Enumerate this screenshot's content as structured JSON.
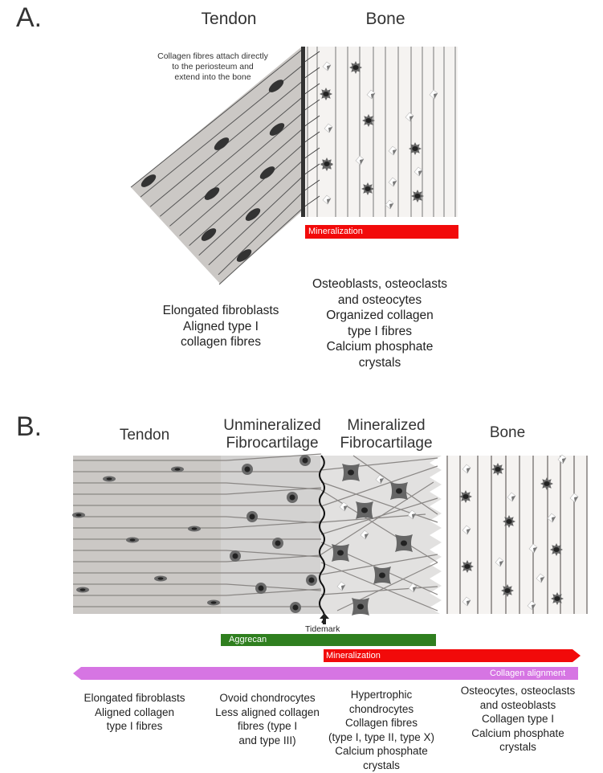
{
  "panel_a": {
    "label": "A.",
    "tendon_title": "Tendon",
    "bone_title": "Bone",
    "annotation": "Collagen fibres attach directly\nto the periosteum and\nextend into the bone",
    "mineralization_label": "Mineralization",
    "tendon_description": "Elongated fibroblasts\nAligned type I\ncollagen fibres",
    "bone_description": "Osteoblasts, osteoclasts\nand osteocytes\nOrganized collagen\ntype I fibres\nCalcium phosphate\ncrystals"
  },
  "panel_b": {
    "label": "B.",
    "zones": [
      {
        "title": "Tendon",
        "description": "Elongated fibroblasts\nAligned collagen\ntype I fibres"
      },
      {
        "title": "Unmineralized\nFibrocartilage",
        "description": "Ovoid chondrocytes\nLess aligned collagen\nfibres (type I\nand type III)"
      },
      {
        "title": "Mineralized\nFibrocartilage",
        "description": "Hypertrophic\nchondrocytes\nCollagen fibres\n(type I, type II, type X)\nCalcium phosphate\ncrystals"
      },
      {
        "title": "Bone",
        "description": "Osteocytes, osteoclasts\nand osteoblasts\nCollagen type I\nCalcium phosphate\ncrystals"
      }
    ],
    "tidemark_label": "Tidemark",
    "bars": {
      "aggrecan": "Aggrecan",
      "mineralization": "Mineralization",
      "collagen_alignment": "Collagen alignment"
    }
  },
  "colors": {
    "tendon_fill": "#cbc8c5",
    "unmin_fc_fill": "#d3d2d1",
    "min_fc_fill": "#e2e1e0",
    "bone_fill": "#f5f3f1",
    "aggrecan": "#2f7f1f",
    "mineralization": "#f20a0a",
    "collagen_alignment": "#d675e3",
    "cell_dark": "#555555"
  }
}
